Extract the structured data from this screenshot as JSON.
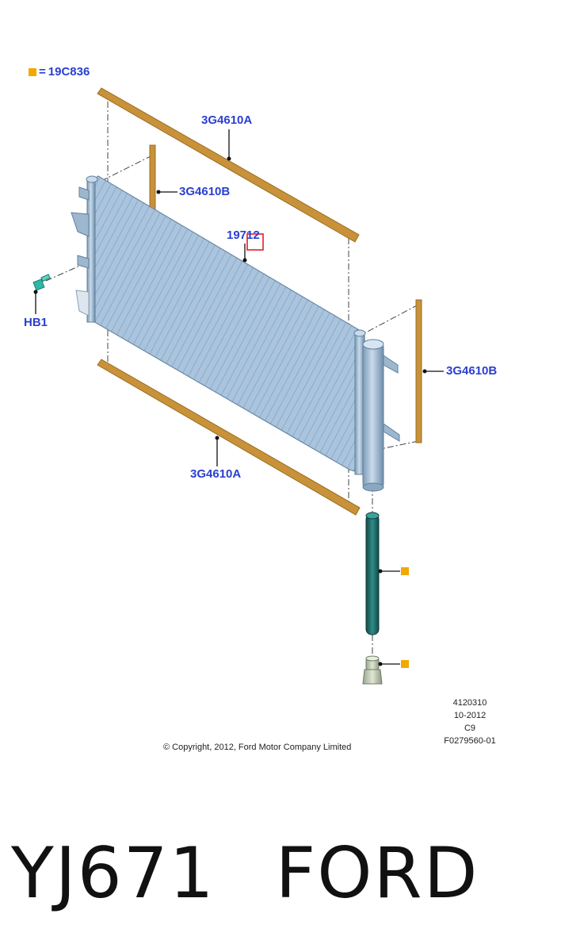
{
  "legend": {
    "symbol_color": "#f2a800",
    "equals": "=",
    "part_number": "19C836"
  },
  "callouts": {
    "seal_top": "3G4610A",
    "seal_left": "3G4610B",
    "condenser": "19712",
    "bolt": "HB1",
    "seal_right": "3G4610B",
    "seal_bottom": "3G4610A"
  },
  "colors": {
    "label_blue": "#2a3fd1",
    "seal_brown": "#c8923a",
    "condenser_blue": "#a9c3dc",
    "drier_green": "#1f6d6a",
    "highlight_red": "#e0202a"
  },
  "icons": {
    "legend_symbol": "orange-square-icon",
    "highlight": "red-square-outline-icon"
  },
  "meta": {
    "illustration_id": "4120310",
    "date": "10-2012",
    "code": "C9",
    "reference": "F0279560-01"
  },
  "copyright": "© Copyright, 2012, Ford Motor Company Limited",
  "footer": {
    "part_number": "YJ671",
    "brand": "FORD"
  }
}
